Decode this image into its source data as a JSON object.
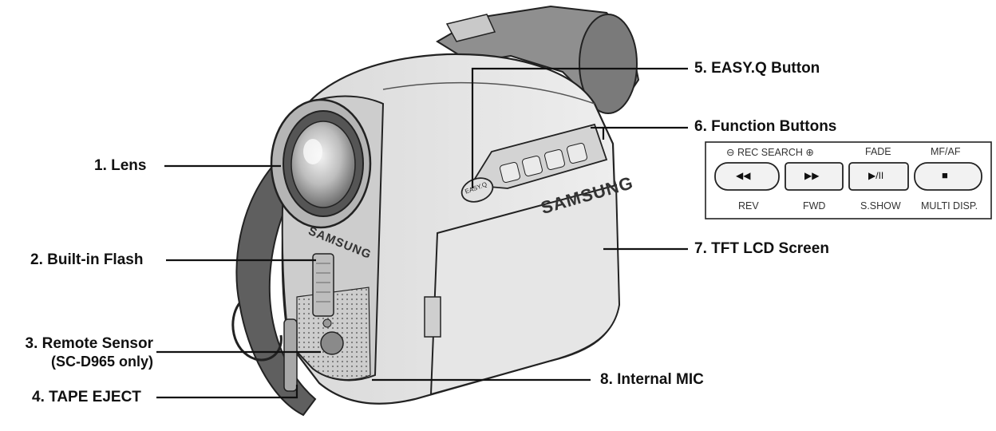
{
  "callouts": {
    "lens": "1. Lens",
    "flash": "2. Built-in Flash",
    "remote_sensor": "3. Remote Sensor",
    "remote_sensor_note": "(SC-D965 only)",
    "tape_eject": "4. TAPE EJECT",
    "easyq": "5. EASY.Q Button",
    "function_buttons": "6. Function Buttons",
    "lcd": "7. TFT LCD Screen",
    "mic": "8. Internal MIC"
  },
  "function_panel": {
    "top_labels": [
      "⊖ REC SEARCH ⊕",
      "FADE",
      "MF/AF"
    ],
    "button_glyphs": [
      "◀◀",
      "▶▶",
      "▶/II",
      "■"
    ],
    "bottom_labels": [
      "REV",
      "FWD",
      "S.SHOW",
      "MULTI DISP."
    ]
  },
  "camera": {
    "brand_side": "SAMSUNG",
    "brand_front": "SAMSUNG",
    "easyq_button": "EASY.Q"
  }
}
